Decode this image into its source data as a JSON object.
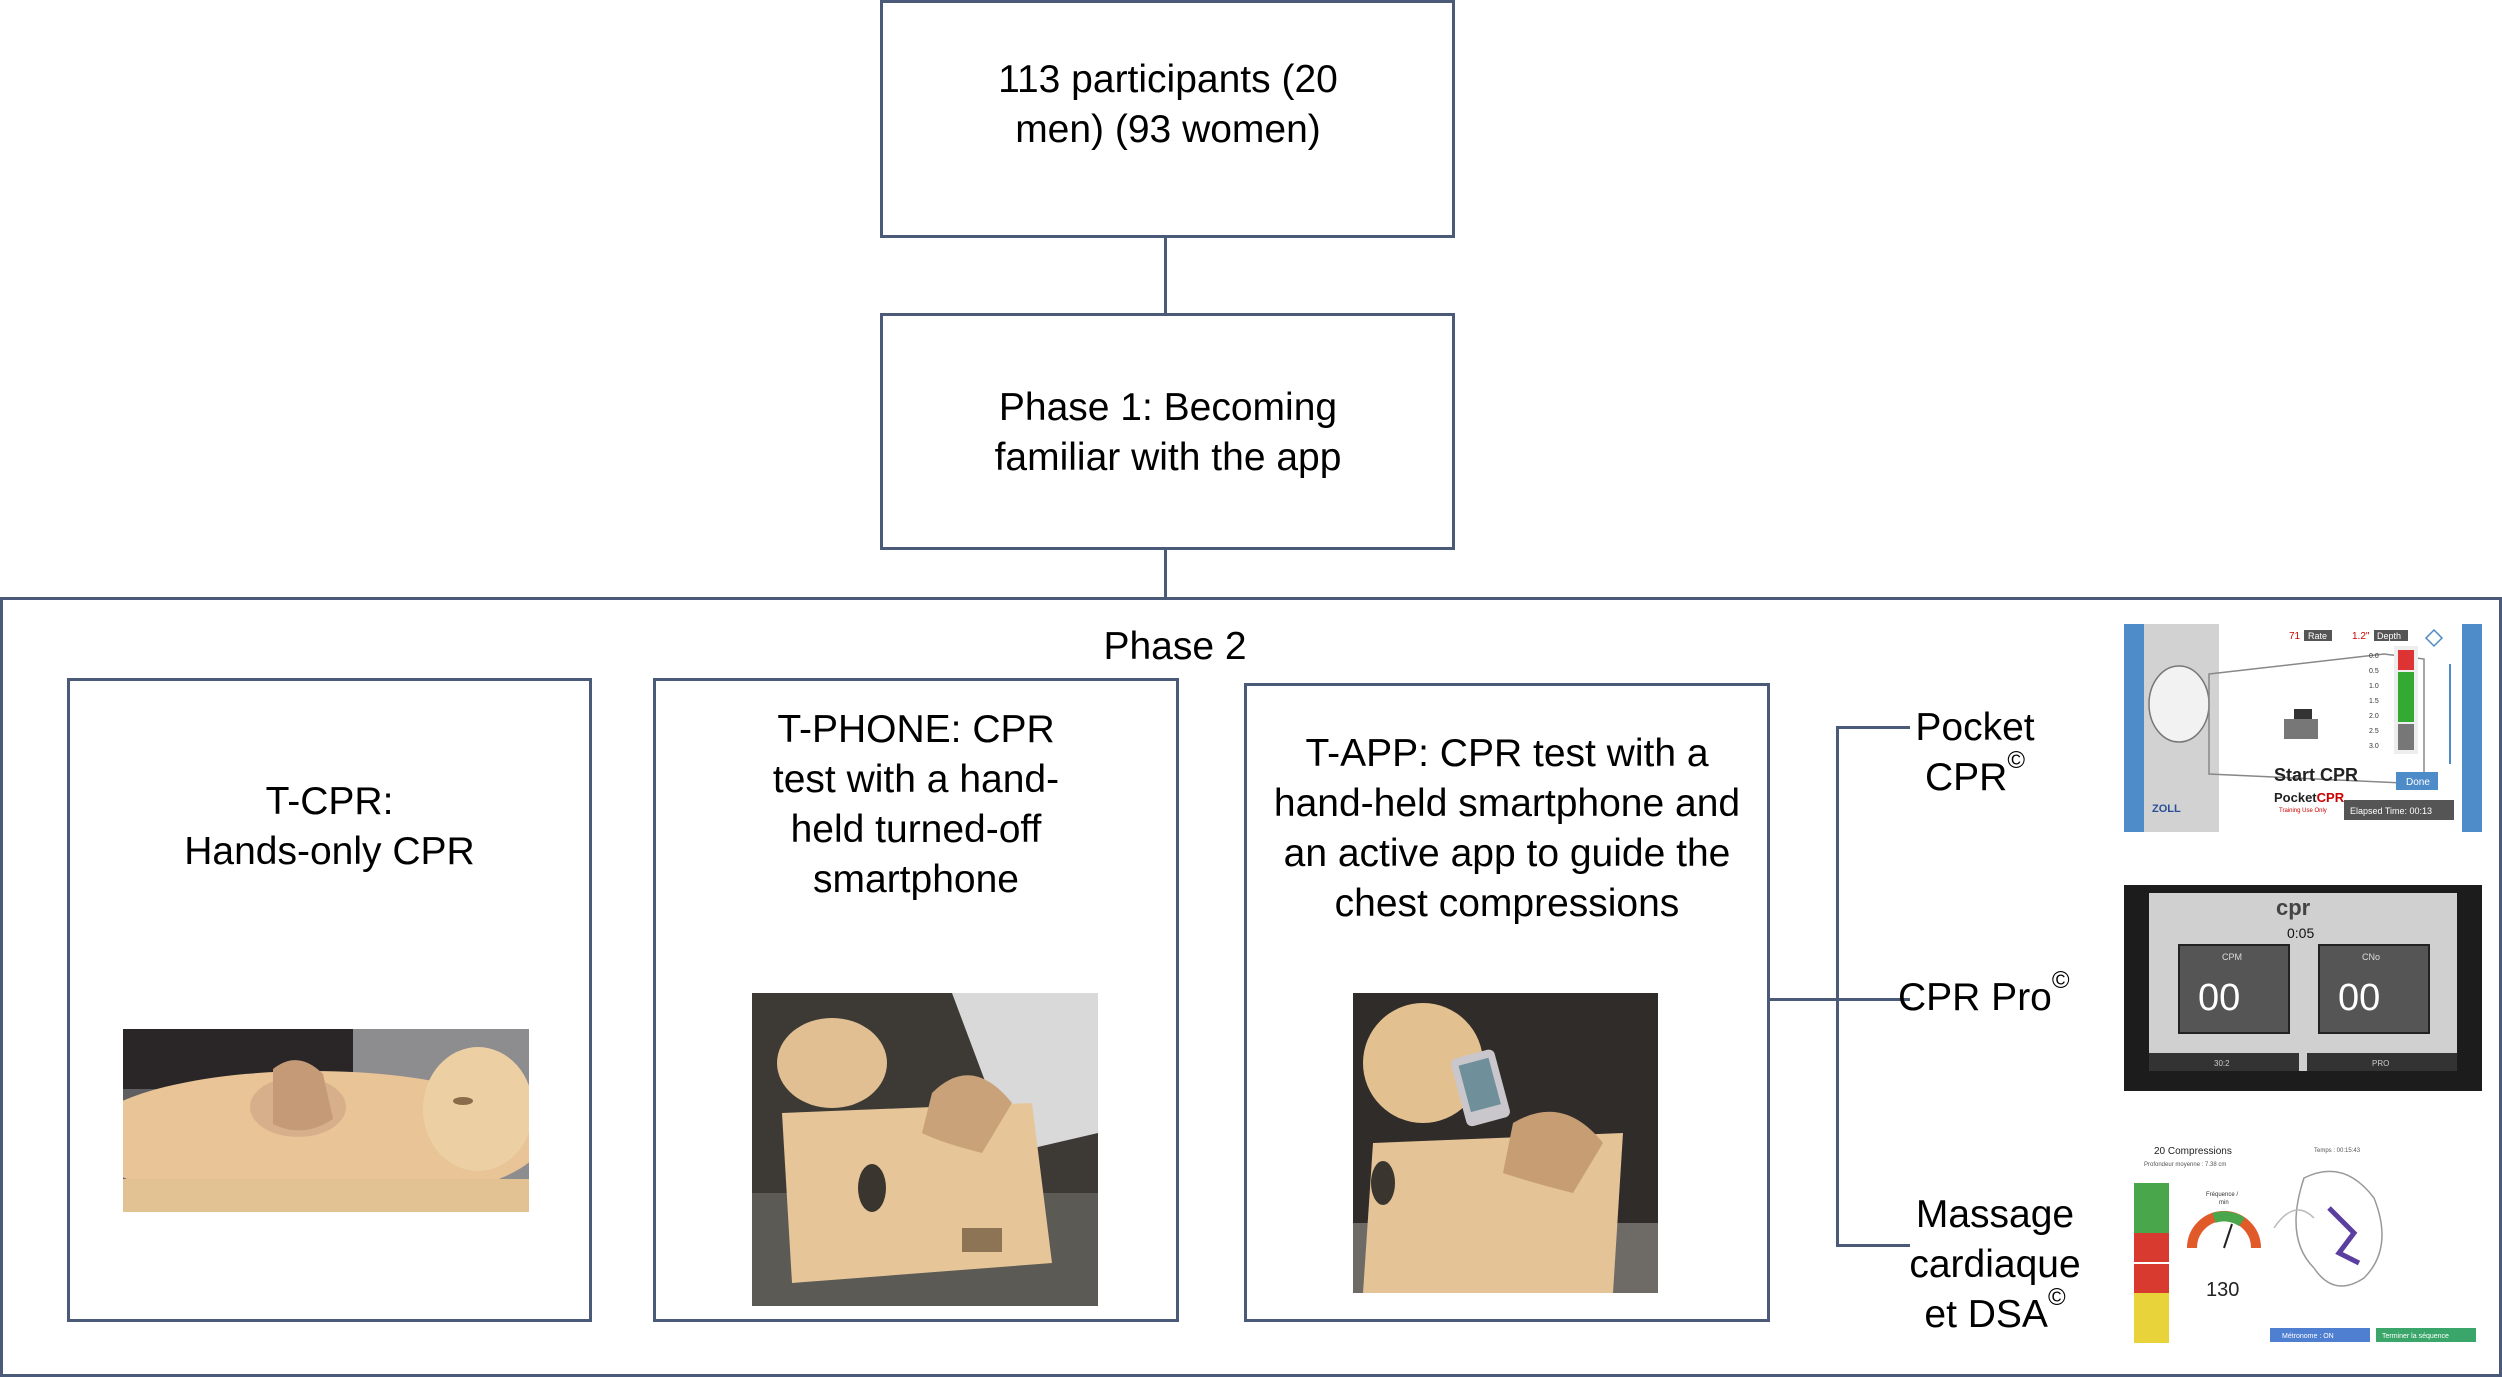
{
  "top_box": {
    "text": "113 participants (20 men) (93 women)"
  },
  "phase1_box": {
    "text": "Phase 1: Becoming familiar with the app"
  },
  "phase2": {
    "title": "Phase 2",
    "tcpr": {
      "text_line1": "T-CPR:",
      "text_line2": "Hands-only CPR"
    },
    "tphone": {
      "text": "T-PHONE: CPR test with a hand-held turned-off smartphone"
    },
    "tapp": {
      "text": "T-APP: CPR test with a hand-held smartphone and an active app to guide the chest compressions"
    },
    "apps": [
      {
        "name_line1": "Pocket",
        "name_line2": "CPR",
        "mark": "©"
      },
      {
        "name": "CPR Pro",
        "mark": "©"
      },
      {
        "name_line1": "Massage",
        "name_line2": "cardiaque",
        "name_line3": "et DSA",
        "mark": "©"
      }
    ],
    "pocketcpr_screen": {
      "rate_value": "71",
      "rate_label": "Rate",
      "depth_value": "1.2\"",
      "depth_label": "Depth",
      "start": "Start CPR",
      "brand_pocket": "Pocket",
      "brand_cpr": "CPR",
      "brand_sub": "Training Use Only",
      "done": "Done",
      "elapsed": "Elapsed Time: 00:13",
      "zoll": "ZOLL",
      "scale": [
        "0.0",
        "0.5",
        "1.0",
        "1.5",
        "2.0",
        "2.5",
        "3.0"
      ]
    },
    "cprpro_screen": {
      "logo": "cpr",
      "time": "0:05",
      "cpm_label": "CPM",
      "cpm_value": "00",
      "cno_label": "CNo",
      "cno_value": "00",
      "btn_left": "30:2",
      "btn_right": "PRO"
    },
    "massage_screen": {
      "title": "20 Compressions",
      "subtitle": "Profondeur moyenne : 7.38 cm",
      "time": "Temps : 00:15:43",
      "freq_label": "Fréquence /",
      "freq_unit": "min",
      "freq_value": "130",
      "btn_left": "Métronome : ON",
      "btn_right": "Terminer la séquence"
    }
  }
}
